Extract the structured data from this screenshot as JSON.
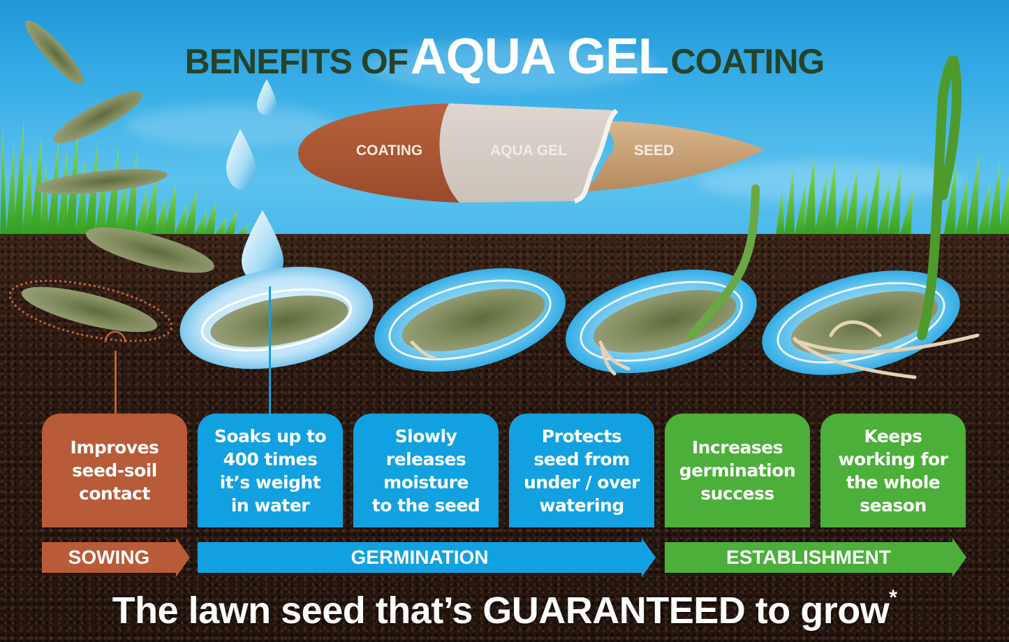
{
  "title": {
    "prefix": "BENEFITS OF",
    "highlight": "AQUA GEL",
    "suffix": "COATING"
  },
  "seed_diagram": {
    "layers": [
      {
        "label": "COATING",
        "color": "#a5512e"
      },
      {
        "label": "AQUA GEL",
        "color": "#d6cdc4"
      },
      {
        "label": "SEED",
        "color": "#c49a6c"
      }
    ]
  },
  "benefits": [
    {
      "text": "Improves\nseed-soil\ncontact",
      "stage": "sowing",
      "color": "#b85b38"
    },
    {
      "text": "Soaks up to\n400 times\nit’s weight\nin water",
      "stage": "germination",
      "color": "#12a1e0"
    },
    {
      "text": "Slowly\nreleases\nmoisture\nto the seed",
      "stage": "germination",
      "color": "#12a1e0"
    },
    {
      "text": "Protects\nseed from\nunder / over\nwatering",
      "stage": "germination",
      "color": "#12a1e0"
    },
    {
      "text": "Increases\ngermination\nsuccess",
      "stage": "establishment",
      "color": "#4caf3a"
    },
    {
      "text": "Keeps\nworking for\nthe whole\nseason",
      "stage": "establishment",
      "color": "#4caf3a"
    }
  ],
  "stages": [
    {
      "label": "SOWING",
      "color": "#b85b38"
    },
    {
      "label": "GERMINATION",
      "color": "#12a1e0"
    },
    {
      "label": "ESTABLISHMENT",
      "color": "#4caf3a"
    }
  ],
  "tagline": {
    "text": "The lawn seed that’s GUARANTEED to grow",
    "footnote_mark": "*"
  },
  "colors": {
    "title_dark": "#25432a",
    "sky": "#3cb0e8",
    "soil": "#2b1a12"
  }
}
